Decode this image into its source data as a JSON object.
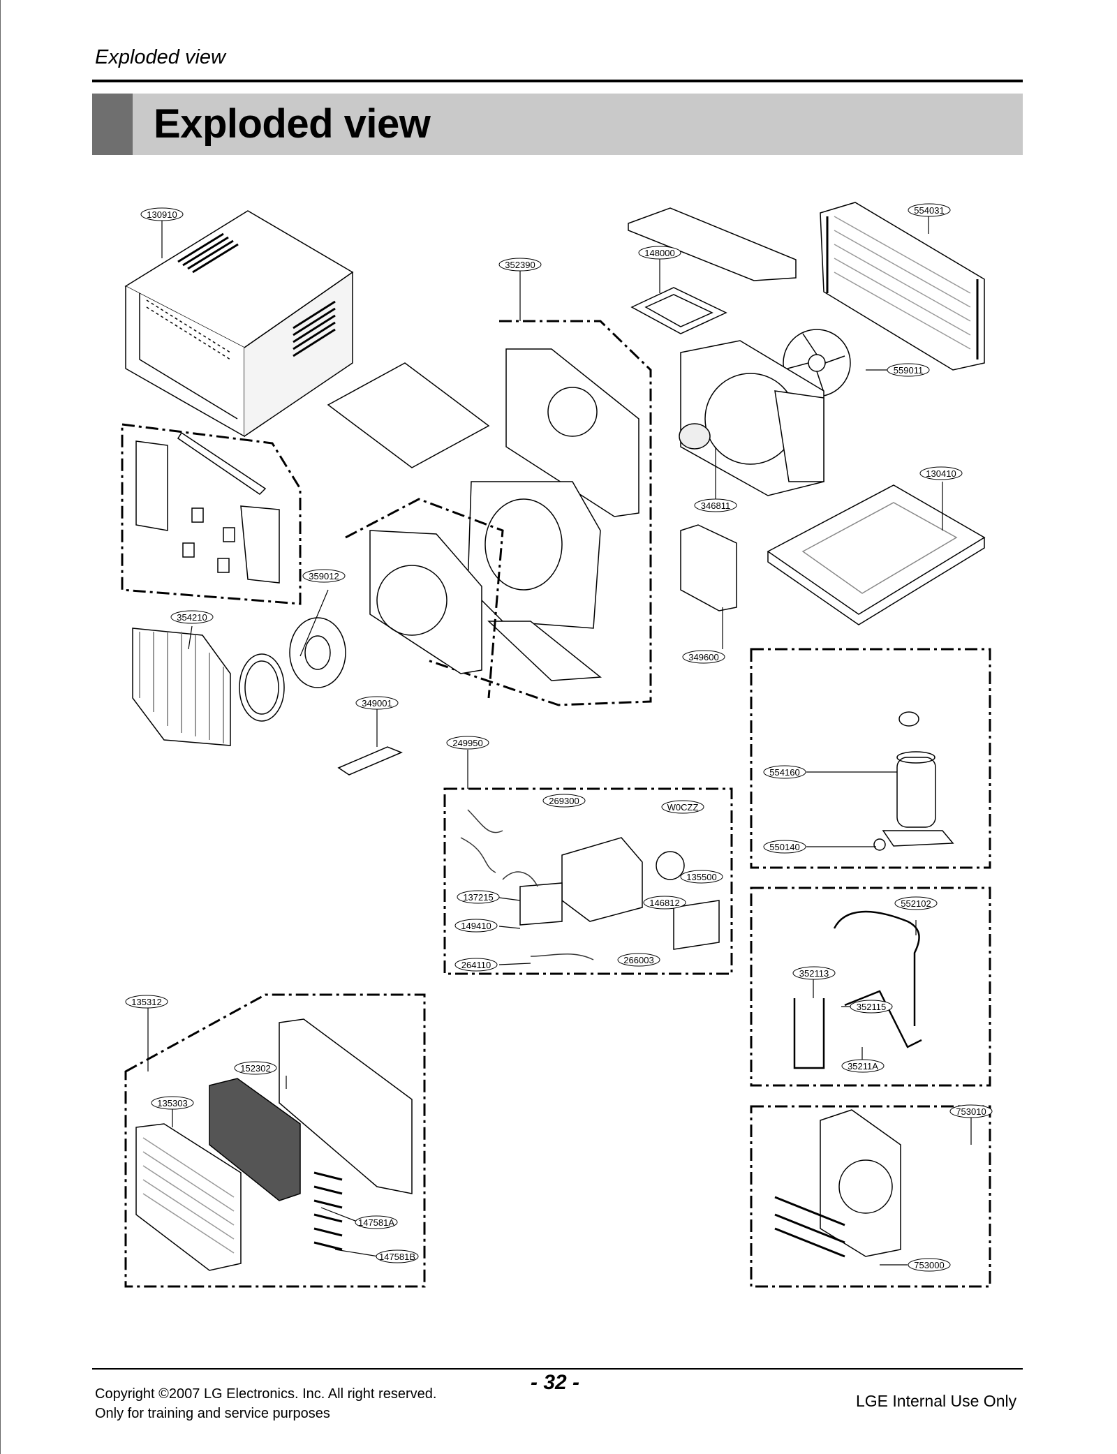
{
  "header": {
    "section": "Exploded view",
    "title": "Exploded view"
  },
  "parts": [
    "130910",
    "148000",
    "352390",
    "554031",
    "559011",
    "346811",
    "130410",
    "359012",
    "354210",
    "349600",
    "349001",
    "249950",
    "269300",
    "W0CZZ",
    "135500",
    "137215",
    "146812",
    "149410",
    "264110",
    "266003",
    "554160",
    "550140",
    "552102",
    "352113",
    "352115",
    "35211A",
    "135312",
    "152302",
    "135303",
    "147581A",
    "147581B",
    "753010",
    "753000"
  ],
  "footer": {
    "copyright": "Copyright ©2007 LG Electronics. Inc. All right reserved.",
    "purpose": "Only for training and service purposes",
    "page": "- 32 -",
    "internal": "LGE Internal Use Only"
  }
}
